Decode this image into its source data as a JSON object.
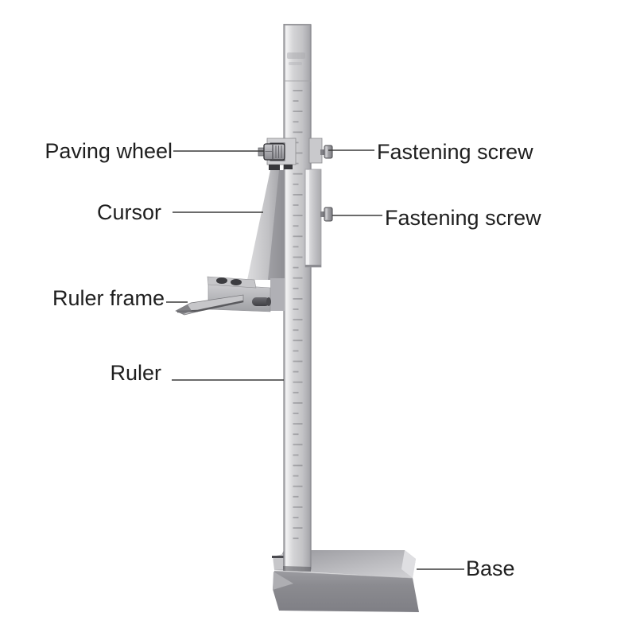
{
  "diagram": {
    "labels": {
      "paving_wheel": "Paving wheel",
      "fastening_screw_top": "Fastening screw",
      "cursor": "Cursor",
      "fastening_screw_bottom": "Fastening screw",
      "ruler_frame": "Ruler frame",
      "ruler": "Ruler",
      "base": "Base"
    },
    "colors": {
      "background": "#ffffff",
      "label_text": "#1f1f1f",
      "leader_line": "#3a3a3a",
      "metal_highlight": "#f2f2f3",
      "metal_light": "#d6d6d8",
      "metal_mid": "#b3b3b7",
      "metal_dark": "#8d8d92",
      "base_front": "#8a8a8f",
      "shadow_dark": "#3c3c40"
    }
  }
}
